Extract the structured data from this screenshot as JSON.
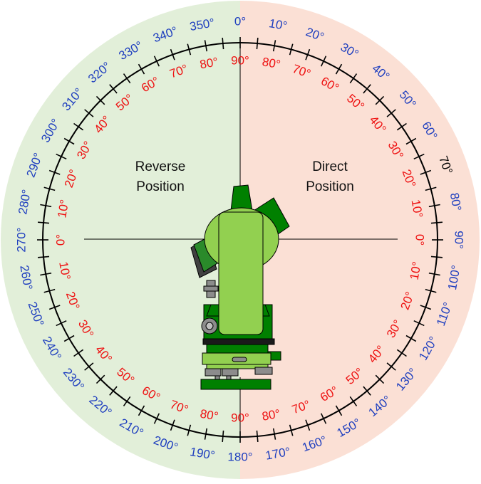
{
  "colors": {
    "reverse_half": "#e2efd9",
    "direct_half": "#fbe0d5",
    "outer_scale": "#1f3fbf",
    "inner_scale": "#ee1111",
    "instrument_light": "#92d050",
    "instrument_dark": "#008000",
    "instrument_grey": "#8c8c8c"
  },
  "labels": {
    "reverse_line1": "Reverse",
    "reverse_line2": "Position",
    "direct_line1": "Direct",
    "direct_line2": "Position"
  },
  "scales": {
    "outer": {
      "start_deg": 0,
      "step_deg": 10,
      "suffix": "°",
      "black_labels": [
        "70°"
      ]
    },
    "inner": {
      "zenith_deg": 90,
      "step_deg": 10,
      "suffix": "°",
      "right_sequence": [
        "90°",
        "80°",
        "70°",
        "60°",
        "50°",
        "40°",
        "30°",
        "20°",
        "10°",
        "0°",
        "10°",
        "20°",
        "30°",
        "40°",
        "50°",
        "60°",
        "70°",
        "80°"
      ],
      "left_sequence": [
        "90°",
        "80°",
        "70°",
        "60°",
        "50°",
        "40°",
        "30°",
        "20°",
        "10°",
        "0°",
        "10°",
        "20°",
        "30°",
        "40°",
        "50°",
        "60°",
        "70°",
        "80°"
      ]
    },
    "ticks_per_label": 2
  },
  "icons": {
    "instrument": "theodolite-icon"
  }
}
